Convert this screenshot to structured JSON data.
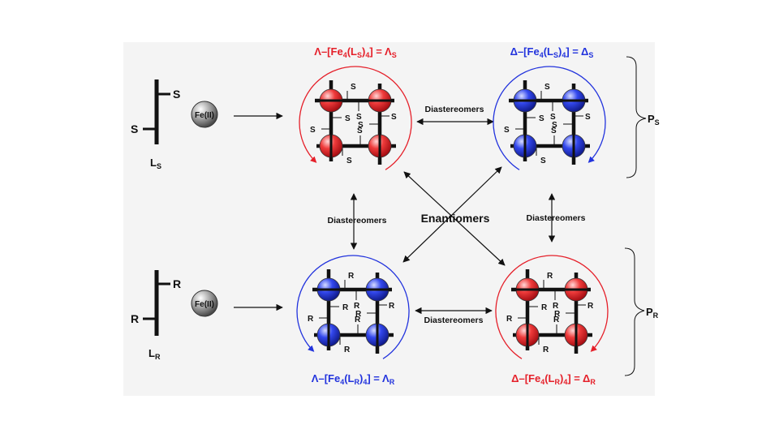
{
  "colors": {
    "lambda": "#e5202a",
    "delta": "#2233dd",
    "sphere_red": "#e5202a",
    "sphere_blue": "#2a3ee0",
    "fe_ball": "#9a9a9a",
    "line": "#111111",
    "panel": "#f4f4f4"
  },
  "titles": {
    "lambda_s": {
      "prefix": "Λ–[Fe",
      "n1": "4",
      "mid": "(L",
      "sub": "S",
      "close": ")",
      "n2": "4",
      "eq": "] = Λ",
      "sub2": "S"
    },
    "delta_s": {
      "prefix": "Δ–[Fe",
      "n1": "4",
      "mid": "(L",
      "sub": "S",
      "close": ")",
      "n2": "4",
      "eq": "] = Δ",
      "sub2": "S"
    },
    "lambda_r": {
      "prefix": "Λ–[Fe",
      "n1": "4",
      "mid": "(L",
      "sub": "R",
      "close": ")",
      "n2": "4",
      "eq": "] = Λ",
      "sub2": "R"
    },
    "delta_r": {
      "prefix": "Δ–[Fe",
      "n1": "4",
      "mid": "(L",
      "sub": "R",
      "close": ")",
      "n2": "4",
      "eq": "] = Δ",
      "sub2": "R"
    }
  },
  "ligands": {
    "top": {
      "end_label": "S",
      "name": "L",
      "name_sub": "S",
      "metal": "Fe(II)"
    },
    "bottom": {
      "end_label": "R",
      "name": "L",
      "name_sub": "R",
      "metal": "Fe(II)"
    }
  },
  "relations": {
    "top_horizontal": "Diastereomers",
    "bottom_horizontal": "Diastereomers",
    "left_vertical": "Diastereomers",
    "right_vertical": "Diastereomers",
    "diagonal": "Enantiomers"
  },
  "groups": {
    "top": {
      "label": "P",
      "sub": "S"
    },
    "bottom": {
      "label": "P",
      "sub": "R"
    }
  },
  "stereo_labels": {
    "s": "S",
    "r": "R"
  }
}
